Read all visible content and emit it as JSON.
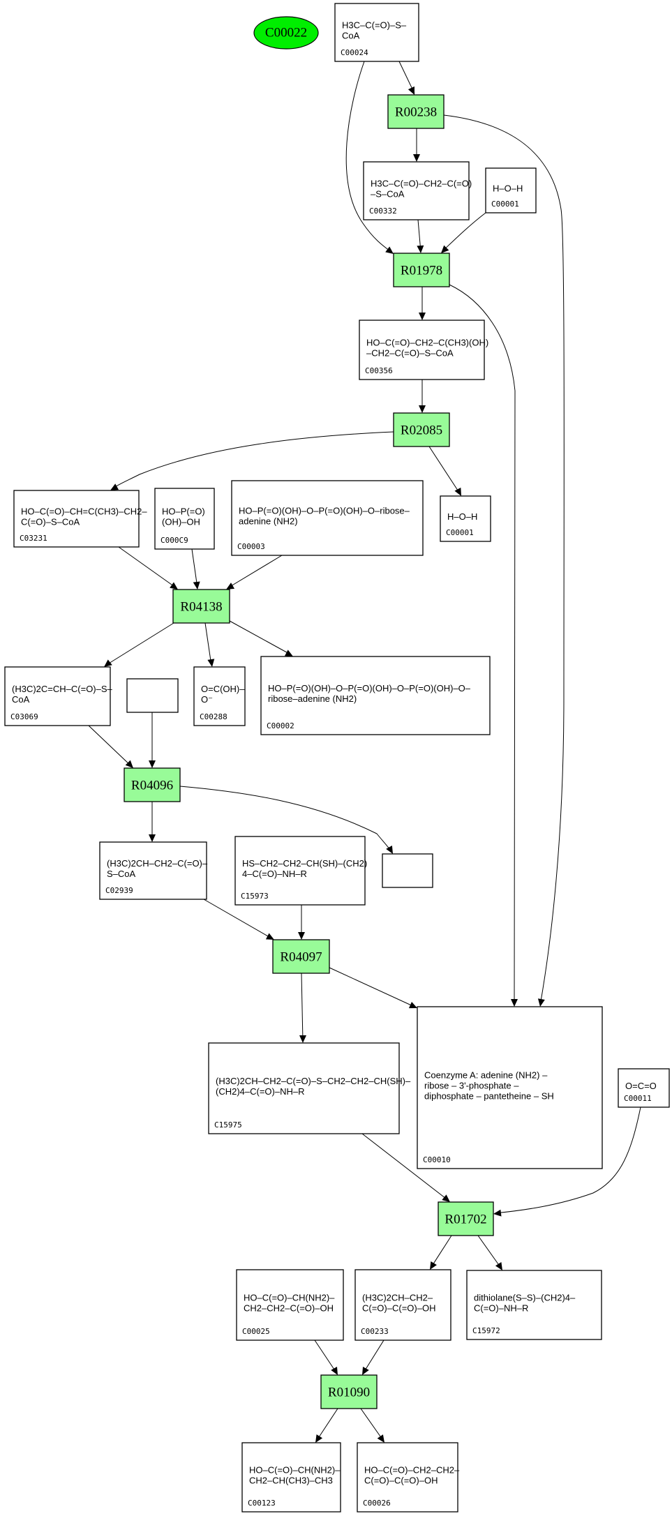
{
  "diagram": {
    "type": "KEGG pathway reaction graph",
    "colors": {
      "reaction_fill": "#98fb98",
      "highlight_compound_fill": "#00ee00",
      "compound_fill": "#ffffff",
      "stroke": "#000000"
    },
    "highlighted_compounds": [
      {
        "id": "C00022",
        "label": "C00022"
      }
    ],
    "compounds": [
      {
        "id": "C00024",
        "label": "C00024",
        "formula": [
          "H3C–C(=O)–S–CoA"
        ]
      },
      {
        "id": "C00332",
        "label": "C00332",
        "formula": [
          "H3C–C(=O)–CH2–C(=O)–S–CoA"
        ]
      },
      {
        "id": "C00001_a",
        "label": "C00001",
        "formula": [
          "H–O–H"
        ]
      },
      {
        "id": "C00356",
        "label": "C00356",
        "formula": [
          "HO–C(=O)–CH2–C(CH3)(OH)–CH2–C(=O)–S–CoA"
        ]
      },
      {
        "id": "C03231",
        "label": "C03231",
        "formula": [
          "HO–C(=O)–CH=C(CH3)–CH2–C(=O)–S–CoA"
        ]
      },
      {
        "id": "C00009",
        "label": "C000C9",
        "formula": [
          "HO–P(=O)(OH)–OH"
        ]
      },
      {
        "id": "C00003",
        "label": "C00003",
        "formula": [
          "HO–P(=O)(OH)–O–P(=O)(OH)–O–ribose–adenine (NH2)"
        ]
      },
      {
        "id": "C00001_b",
        "label": "C00001",
        "formula": [
          "H–O–H"
        ]
      },
      {
        "id": "C03069",
        "label": "C03069",
        "formula": [
          "(H3C)2C=CH–C(=O)–S–CoA"
        ]
      },
      {
        "id": "blank_1",
        "label": "",
        "formula": []
      },
      {
        "id": "C00288",
        "label": "C00288",
        "formula": [
          "O=C(OH)–O⁻"
        ]
      },
      {
        "id": "C00002",
        "label": "C00002",
        "formula": [
          "HO–P(=O)(OH)–O–P(=O)(OH)–O–P(=O)(OH)–O–ribose–adenine (NH2)"
        ]
      },
      {
        "id": "C02939",
        "label": "C02939",
        "formula": [
          "(H3C)2CH–CH2–C(=O)–S–CoA"
        ]
      },
      {
        "id": "C15973",
        "label": "C15973",
        "formula": [
          "HS–CH2–CH2–CH(SH)–(CH2)4–C(=O)–NH–R"
        ]
      },
      {
        "id": "blank_2",
        "label": "",
        "formula": []
      },
      {
        "id": "C15975",
        "label": "C15975",
        "formula": [
          "(H3C)2CH–CH2–C(=O)–S–CH2–CH2–CH(SH)–(CH2)4–C(=O)–NH–R"
        ]
      },
      {
        "id": "C00010",
        "label": "C00010",
        "formula": [
          "Coenzyme A: adenine (NH2) – ribose – 3'-phosphate – diphosphate – pantetheine – SH"
        ]
      },
      {
        "id": "C00011",
        "label": "C00011",
        "formula": [
          "O=C=O"
        ]
      },
      {
        "id": "C00025",
        "label": "C00025",
        "formula": [
          "HO–C(=O)–CH(NH2)–CH2–CH2–C(=O)–OH"
        ]
      },
      {
        "id": "C00233",
        "label": "C00233",
        "formula": [
          "(H3C)2CH–CH2–C(=O)–C(=O)–OH"
        ]
      },
      {
        "id": "C15972",
        "label": "C15972",
        "formula": [
          "dithiolane(S–S)–(CH2)4–C(=O)–NH–R"
        ]
      },
      {
        "id": "C00123",
        "label": "C00123",
        "formula": [
          "HO–C(=O)–CH(NH2)–CH2–CH(CH3)–CH3"
        ]
      },
      {
        "id": "C00026",
        "label": "C00026",
        "formula": [
          "HO–C(=O)–CH2–CH2–C(=O)–C(=O)–OH"
        ]
      }
    ],
    "reactions": [
      {
        "id": "R00238",
        "label": "R00238"
      },
      {
        "id": "R01978",
        "label": "R01978"
      },
      {
        "id": "R02085",
        "label": "R02085"
      },
      {
        "id": "R04138",
        "label": "R04138"
      },
      {
        "id": "R04096",
        "label": "R04096"
      },
      {
        "id": "R04097",
        "label": "R04097"
      },
      {
        "id": "R01702",
        "label": "R01702"
      },
      {
        "id": "R01090",
        "label": "R01090"
      }
    ],
    "edges": [
      {
        "from": "C00024",
        "to": "R00238"
      },
      {
        "from": "C00024",
        "to": "R01978"
      },
      {
        "from": "R00238",
        "to": "C00332"
      },
      {
        "from": "R00238",
        "to": "C00010"
      },
      {
        "from": "C00332",
        "to": "R01978"
      },
      {
        "from": "C00001_a",
        "to": "R01978"
      },
      {
        "from": "R01978",
        "to": "C00356"
      },
      {
        "from": "R01978",
        "to": "C00010"
      },
      {
        "from": "C00356",
        "to": "R02085"
      },
      {
        "from": "R02085",
        "to": "C03231"
      },
      {
        "from": "R02085",
        "to": "C00001_b"
      },
      {
        "from": "C03231",
        "to": "R04138"
      },
      {
        "from": "C00009",
        "to": "R04138"
      },
      {
        "from": "C00003",
        "to": "R04138"
      },
      {
        "from": "R04138",
        "to": "C03069"
      },
      {
        "from": "R04138",
        "to": "C00288"
      },
      {
        "from": "R04138",
        "to": "C00002"
      },
      {
        "from": "C03069",
        "to": "R04096"
      },
      {
        "from": "blank_1",
        "to": "R04096"
      },
      {
        "from": "R04096",
        "to": "C02939"
      },
      {
        "from": "R04096",
        "to": "blank_2"
      },
      {
        "from": "C02939",
        "to": "R04097"
      },
      {
        "from": "C15973",
        "to": "R04097"
      },
      {
        "from": "R04097",
        "to": "C15975"
      },
      {
        "from": "R04097",
        "to": "C00010"
      },
      {
        "from": "C15975",
        "to": "R01702"
      },
      {
        "from": "C00011",
        "to": "R01702"
      },
      {
        "from": "R01702",
        "to": "C00233"
      },
      {
        "from": "R01702",
        "to": "C15972"
      },
      {
        "from": "C00025",
        "to": "R01090"
      },
      {
        "from": "C00233",
        "to": "R01090"
      },
      {
        "from": "R01090",
        "to": "C00123"
      },
      {
        "from": "R01090",
        "to": "C00026"
      }
    ]
  }
}
